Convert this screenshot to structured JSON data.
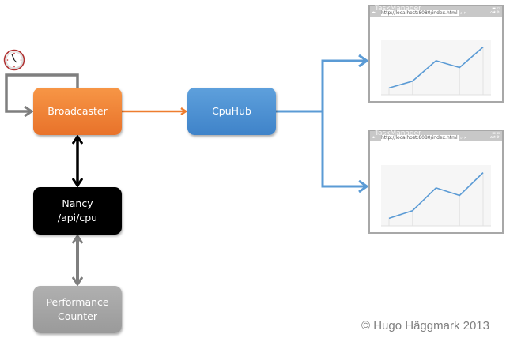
{
  "nodes": {
    "broadcaster": {
      "label": "Broadcaster",
      "color": "#f0803a"
    },
    "cpuhub": {
      "label": "CpuHub",
      "color": "#4a8fd3"
    },
    "nancy": {
      "line1": "Nancy",
      "line2": "/api/cpu",
      "color": "#000000"
    },
    "performance_counter": {
      "line1": "Performance",
      "line2": "Counter",
      "color": "#a6a6a6"
    }
  },
  "browsers": [
    {
      "title": "TaskManager",
      "url": "http://localhost:8080/index.html",
      "chart_data": {
        "type": "line",
        "values": [
          1,
          2,
          5,
          4,
          7
        ],
        "ylim": [
          0,
          8
        ]
      }
    },
    {
      "title": "TaskManager",
      "url": "http://localhost:8080/index.html",
      "chart_data": {
        "type": "line",
        "values": [
          1,
          2,
          5,
          4,
          7
        ],
        "ylim": [
          0,
          8
        ]
      }
    }
  ],
  "colors": {
    "orange_arrow": "#ee7d2f",
    "blue_arrow": "#5b9bd5",
    "black_arrow": "#000000",
    "gray_arrow": "#7f7f7f",
    "loop_arrow": "#7f7f7f"
  },
  "icons": {
    "timer": "clock-icon"
  },
  "copyright": "© Hugo Häggmark 2013"
}
